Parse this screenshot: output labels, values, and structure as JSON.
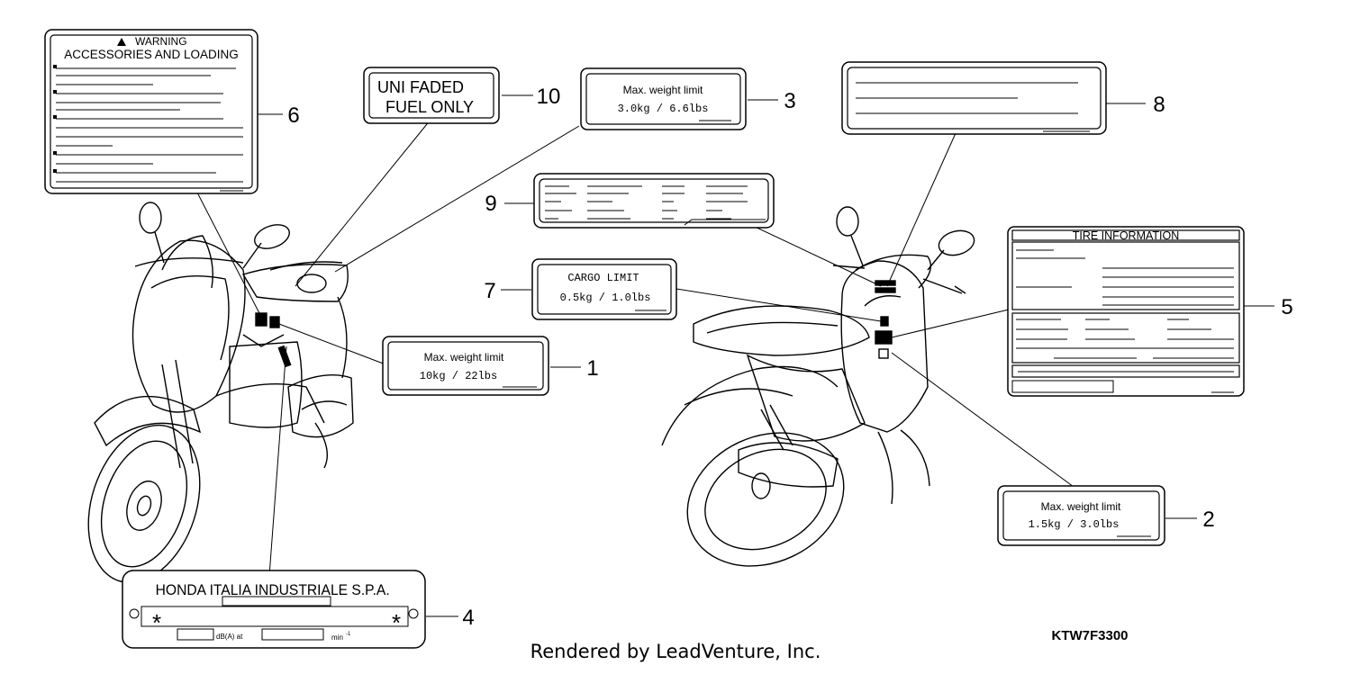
{
  "labels": {
    "l1": {
      "line1": "Max.  weight  limit",
      "line2": "10kg  /  22lbs",
      "number": "1"
    },
    "l2": {
      "line1": "Max.  weight  limit",
      "line2": "1.5kg  / 3.0lbs",
      "number": "2"
    },
    "l3": {
      "line1": "Max.  weight  limit",
      "line2": "3.0kg  / 6.6lbs",
      "number": "3"
    },
    "l4": {
      "line1": "HONDA ITALIA INDUSTRIALE S.P.A.",
      "star": "*",
      "db_unit": "dB(A) at",
      "rpm_unit": "min",
      "rpm_exp": "-1",
      "number": "4"
    },
    "l5": {
      "title": "TIRE INFORMATION",
      "number": "5"
    },
    "l6": {
      "title1": "WARNING",
      "title2": "ACCESSORIES AND LOADING",
      "number": "6"
    },
    "l7": {
      "line1": "CARGO  LIMIT",
      "line2": "0.5kg  /  1.0lbs",
      "number": "7"
    },
    "l8": {
      "number": "8"
    },
    "l9": {
      "number": "9"
    },
    "l10": {
      "line1": "UNI FADED",
      "line2": "FUEL  ONLY",
      "number": "10"
    }
  },
  "diagram_code": "KTW7F3300",
  "footer": "Rendered by LeadVenture, Inc."
}
